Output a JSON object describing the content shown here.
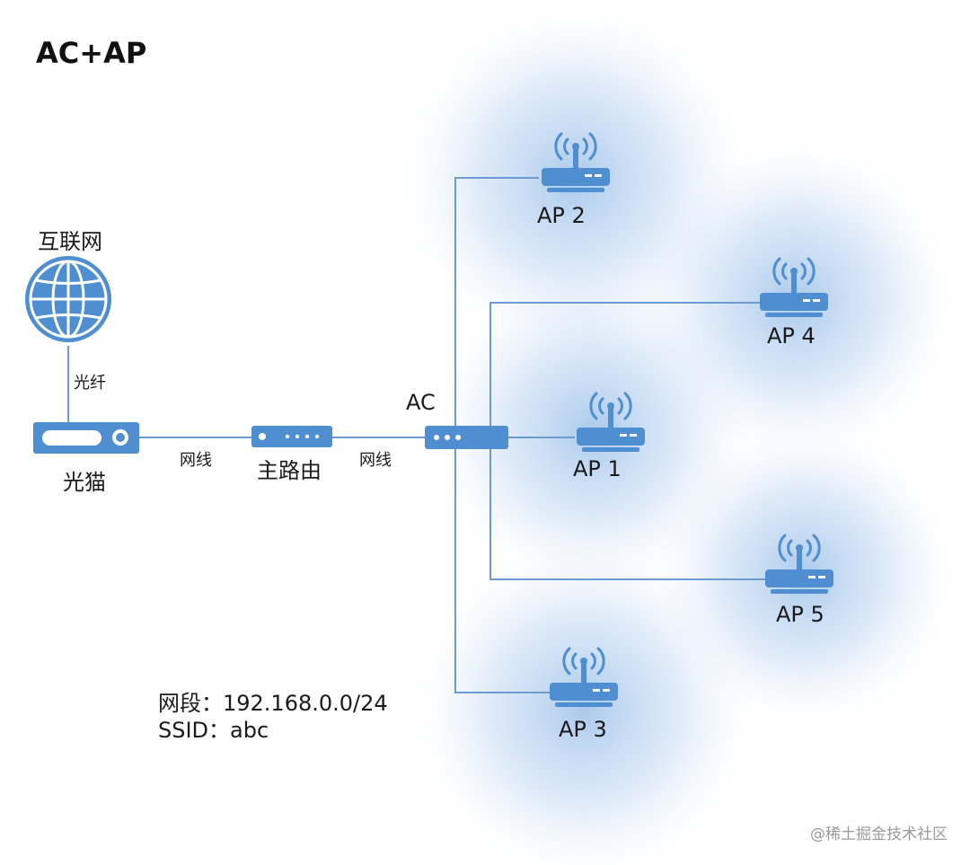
{
  "title": "AC+AP",
  "colors": {
    "device": "#4f8ed0",
    "device_dark": "#3a78bd",
    "line": "#6b9bd2",
    "coverage": "#9cc0ea",
    "text": "#1a1a1a"
  },
  "nodes": {
    "internet": {
      "label": "互联网",
      "icon": "globe-icon"
    },
    "modem": {
      "label": "光猫",
      "icon": "modem-icon"
    },
    "main_router": {
      "label": "主路由",
      "icon": "router-icon"
    },
    "ac": {
      "label": "AC",
      "icon": "ac-switch-icon"
    },
    "aps": [
      {
        "id": "ap1",
        "label": "AP 1"
      },
      {
        "id": "ap2",
        "label": "AP 2"
      },
      {
        "id": "ap3",
        "label": "AP 3"
      },
      {
        "id": "ap4",
        "label": "AP 4"
      },
      {
        "id": "ap5",
        "label": "AP 5"
      }
    ]
  },
  "links": {
    "fiber": "光纤",
    "cable_1": "网线",
    "cable_2": "网线"
  },
  "network_info": {
    "subnet": "网段：192.168.0.0/24",
    "ssid": "SSID：abc"
  },
  "watermark": "@稀土掘金技术社区"
}
